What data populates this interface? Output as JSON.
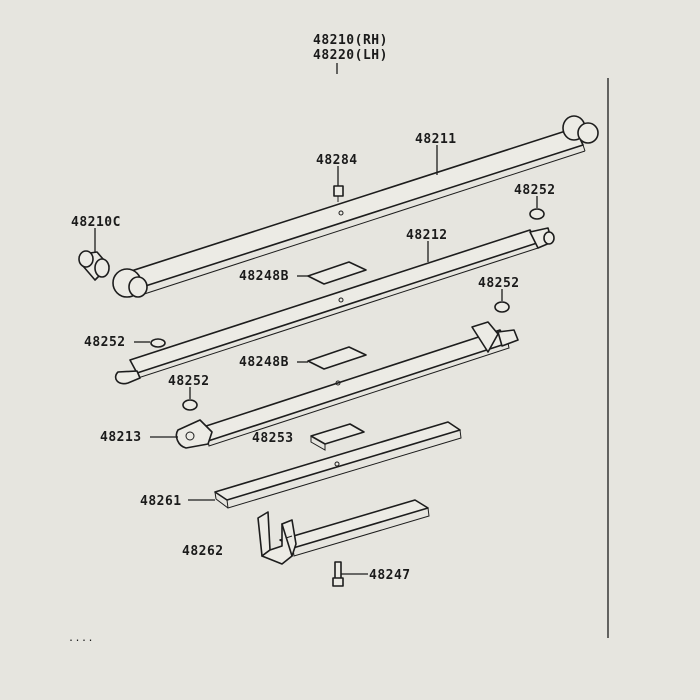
{
  "diagram": {
    "assembly_rh": "48210(RH)",
    "assembly_lh": "48220(LH)",
    "labels": {
      "main_leaf": "48211",
      "bolt_top": "48284",
      "bushing": "48210C",
      "insert_top_right": "48252",
      "second_leaf": "48212",
      "pad_upper": "48248B",
      "insert_mid_right": "48252",
      "insert_left": "48252",
      "pad_lower": "48248B",
      "insert_bottom_left": "48252",
      "third_leaf": "48213",
      "clip_plate": "48253",
      "helper_leaf": "48261",
      "bottom_leaf": "48262",
      "center_bolt": "48247"
    },
    "footer_mark": "...."
  }
}
